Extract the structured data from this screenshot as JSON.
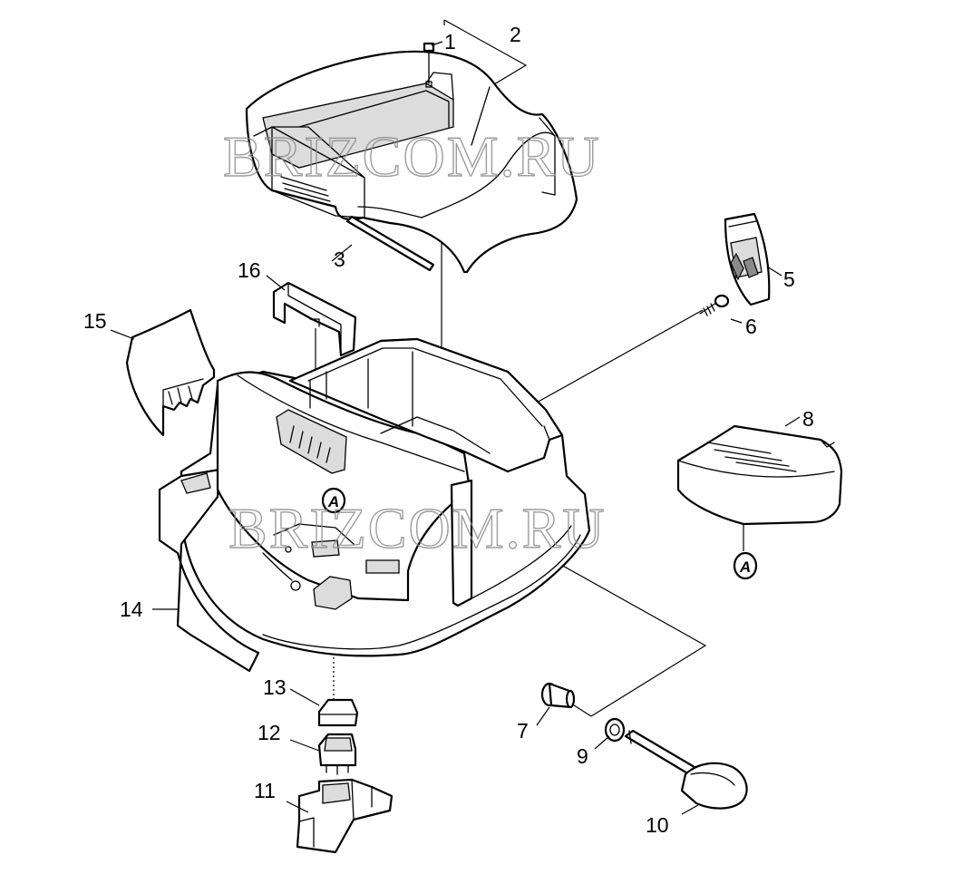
{
  "watermark": "BRIZCOM.RU",
  "reference_letter": "A",
  "callouts": [
    "1",
    "2",
    "3",
    "5",
    "6",
    "8",
    "14",
    "15",
    "16",
    "13",
    "12",
    "11",
    "7",
    "9",
    "10"
  ],
  "colors": {
    "line": "#000000",
    "fill": "#ffffff",
    "watermark": "#8c8c8c"
  }
}
